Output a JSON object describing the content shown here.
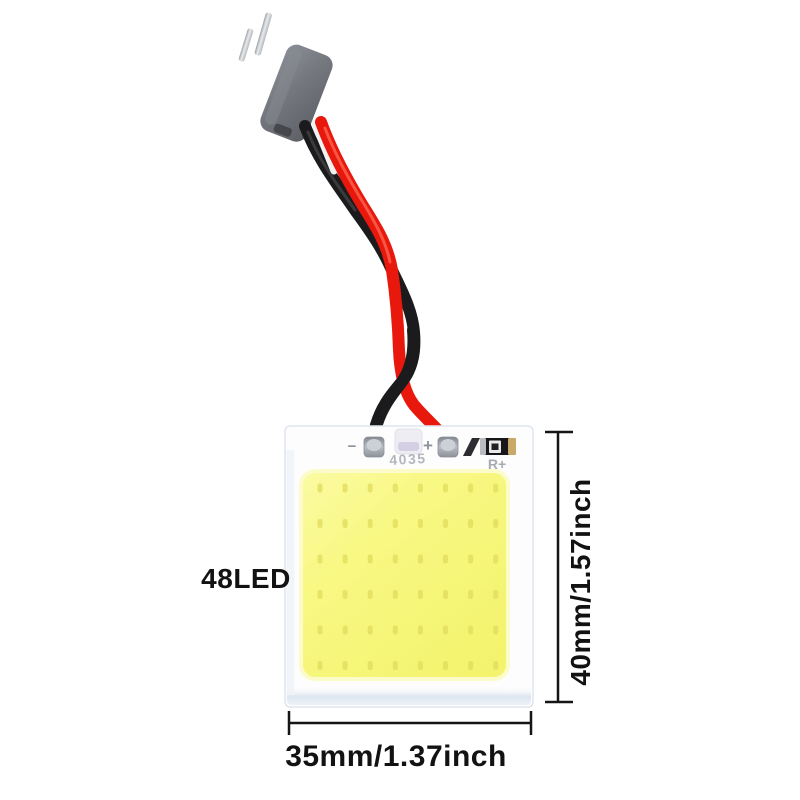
{
  "product": {
    "led_count_label": "48LED",
    "module_marking": "4035",
    "resistor_label": "R+",
    "polarity_negative": "−",
    "polarity_positive": "+",
    "led_grid": {
      "cols": 8,
      "rows": 6,
      "count": 48
    },
    "colors": {
      "wire_red": "#e8180c",
      "wire_black": "#1b1b1d",
      "panel_yellow": "#f7f77e",
      "connector_gray": "#75787f",
      "pcb_white": "#fdfdfe",
      "pad_gray": "#a6aab2"
    }
  },
  "dimensions": {
    "height_label": "40mm/1.57inch",
    "width_label": "35mm/1.37inch"
  }
}
